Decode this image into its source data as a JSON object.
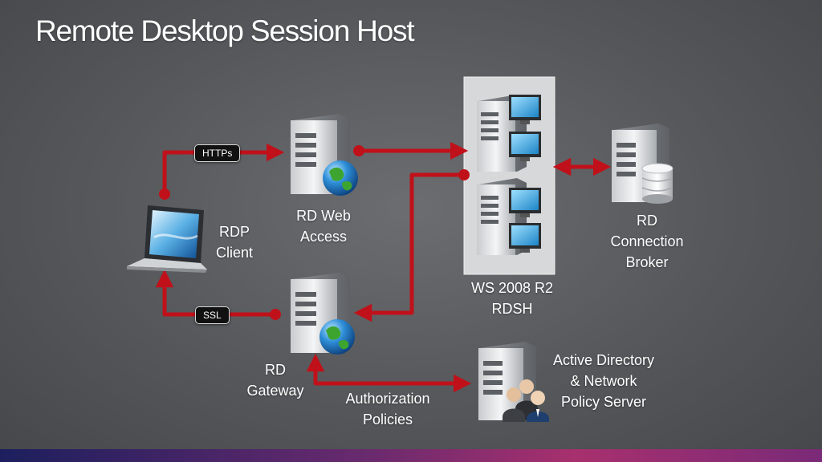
{
  "title": "Remote Desktop Session Host",
  "labels": {
    "rdp_client": "RDP\nClient",
    "rd_web_access": "RD Web\nAccess",
    "rd_gateway": "RD\nGateway",
    "rdsh": "WS 2008 R2\nRDSH",
    "connection_broker": "RD\nConnection\nBroker",
    "active_directory": "Active Directory\n& Network\nPolicy Server",
    "authorization_policies": "Authorization\nPolicies"
  },
  "tags": {
    "https": "HTTPs",
    "ssl": "SSL"
  },
  "colors": {
    "connector": "#c0111a",
    "bottom_bar_start": "#1c1f5e",
    "bottom_bar_end": "#a8306e"
  }
}
